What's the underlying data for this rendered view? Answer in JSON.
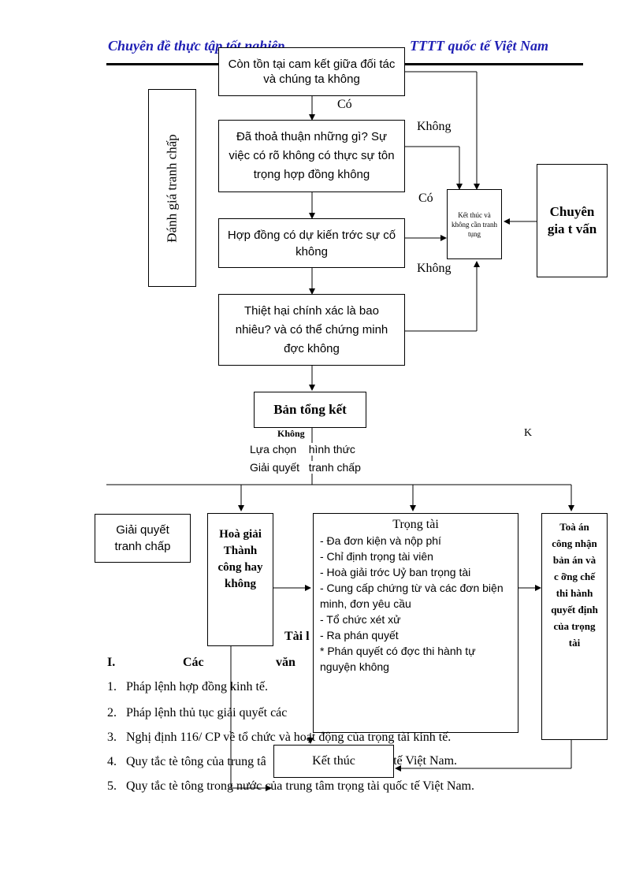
{
  "header": {
    "left": "Chuyên đề thực tập tốt nghiệp",
    "right": "TTTT quốc tế Việt Nam"
  },
  "flow": {
    "q1": "Còn tồn tại cam kết giữa đối tác và chúng ta không",
    "q2": "Đã thoả thuận những gì? Sự việc có rõ không có thực sự tôn trọng hợp đồng không",
    "q3": "Hợp đồng có dự kiến trớc   sự cố không",
    "q4": "Thiệt hại chính xác là bao nhiêu? và có thể chứng minh đợc   không",
    "end_no_dispute": "Kết thúc và không cần tranh tụng",
    "expert": "Chuyên gia t vấn",
    "side_label": "Đánh giá tranh chấp",
    "summary": "Bản tổng kết",
    "label_co_1": "Có",
    "label_khong_1": "Không",
    "label_co_2": "Có",
    "label_khong_2": "Không",
    "label_khong_3": "Không",
    "label_k": "K",
    "choose_line1": "Lựa chọn    hình thức",
    "choose_line2": "Giải quyết   tranh chấp",
    "resolve_label": "Giải quyết tranh chấp",
    "mediation": "Hoà giải Thành công hay không",
    "arbitration": {
      "title": "Trọng tài",
      "items": [
        "- Đa   đơn kiện và nộp phí",
        "- Chỉ định trọng tài viên",
        "- Hoà giải trớc   Uỷ ban trọng tài",
        "- Cung cấp chứng từ và các đơn biện minh, đơn yêu cầu",
        "- Tổ chức xét xử",
        "- Ra phán quyết",
        "*  Phán quyết có đợc   thi hành tự nguyện không"
      ]
    },
    "court": "Toà án công nhận bản án và c ỡng chế thi hành quyết định của trọng tài",
    "end": "Kết thúc"
  },
  "references": {
    "heading_partial": "Tài l",
    "section_num": "I.",
    "section_partial": "Các",
    "section_tail": "văn",
    "items": [
      {
        "num": "1.",
        "text": "Pháp lệnh hợp đồng kinh tế."
      },
      {
        "num": "2.",
        "text": "Pháp lệnh thủ tục giải quyết các"
      },
      {
        "num": "3.",
        "text": "Nghị định 116/ CP về tổ chức và hoạt động của trọng tài kinh tế."
      },
      {
        "num": "4.",
        "text": "Quy tắc tè tông của trung tâ"
      },
      {
        "num": "5.",
        "text": "Quy tắc tè tông trong nước của trung tâm trọng tài quốc tế Việt Nam."
      }
    ],
    "item4_tail": "c tế Việt Nam."
  }
}
